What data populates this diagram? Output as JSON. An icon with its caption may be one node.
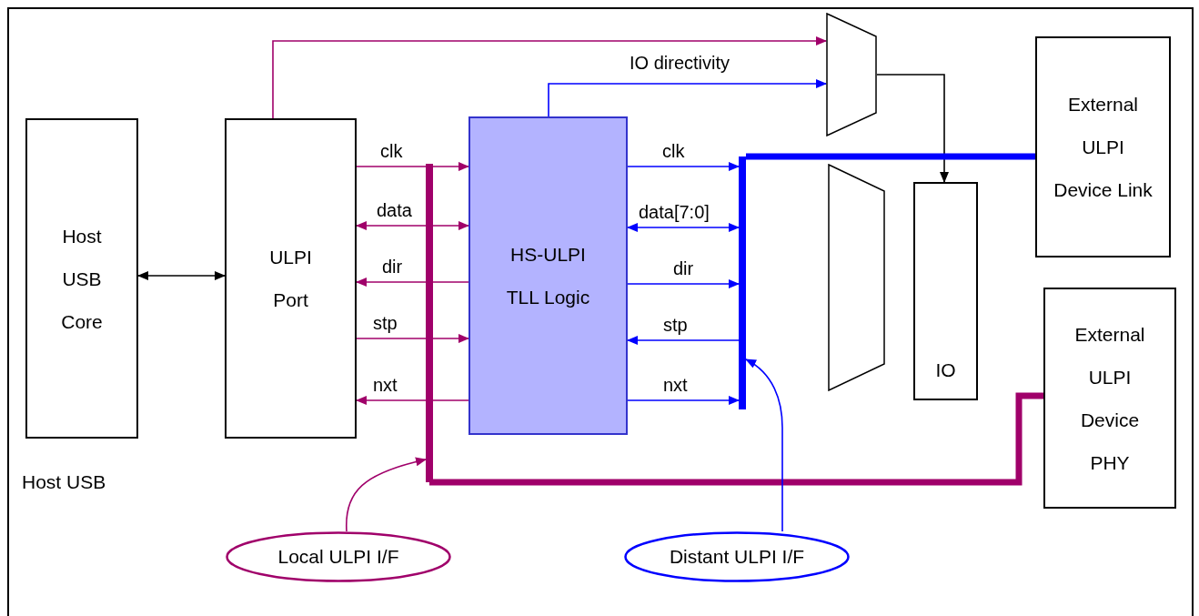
{
  "diagram": {
    "nodes": [
      {
        "text": [
          "Host USB Core"
        ]
      },
      {
        "text": [
          "ULPI Port"
        ]
      },
      {
        "text": [
          "HS-ULPI TLL Logic"
        ]
      },
      {
        "text": [],
        "shape": "trapezoid"
      },
      {
        "text": [],
        "shape": "trapezoid"
      },
      {
        "text": [
          "IO"
        ]
      },
      {
        "text": [
          "External ULPI Device Link"
        ]
      },
      {
        "text": [
          "External ULPI Device PHY"
        ]
      },
      {
        "text": [
          "Local ULPI I/F"
        ]
      },
      {
        "text": [
          "Distant ULPI I/F"
        ]
      },
      {
        "text": [],
        "shape": "bar"
      },
      {
        "text": [],
        "shape": "bar"
      }
    ],
    "edges": [
      {
        "from": 0,
        "to": 1,
        "arrow": "both",
        "color": "#000000"
      },
      {
        "from": 1,
        "to": 3,
        "arrow": "to",
        "color": "#a0006a"
      },
      {
        "from": 2,
        "to": 3,
        "arrow": "to",
        "label": "IO directivity",
        "color": "#0000ff"
      },
      {
        "from": 3,
        "to": 5,
        "arrow": "to",
        "color": "#000000"
      },
      {
        "from": 1,
        "to": 2,
        "arrow": "to",
        "label": "clk",
        "color": "#a0006a"
      },
      {
        "from": 1,
        "to": 2,
        "arrow": "both",
        "label": "data",
        "color": "#a0006a"
      },
      {
        "from": 2,
        "to": 1,
        "arrow": "to",
        "label": "dir",
        "color": "#a0006a"
      },
      {
        "from": 1,
        "to": 2,
        "arrow": "to",
        "label": "stp",
        "color": "#a0006a"
      },
      {
        "from": 2,
        "to": 1,
        "arrow": "to",
        "label": "nxt",
        "color": "#a0006a"
      },
      {
        "from": 2,
        "to": 11,
        "arrow": "to",
        "label": "clk",
        "color": "#0000ff"
      },
      {
        "from": 2,
        "to": 11,
        "arrow": "both",
        "label": "data[7:0]",
        "color": "#0000ff"
      },
      {
        "from": 2,
        "to": 11,
        "arrow": "to",
        "label": "dir",
        "color": "#0000ff"
      },
      {
        "from": 11,
        "to": 2,
        "arrow": "to",
        "label": "stp",
        "color": "#0000ff"
      },
      {
        "from": 2,
        "to": 11,
        "arrow": "to",
        "label": "nxt",
        "color": "#0000ff"
      },
      {
        "from": 10,
        "to": 7,
        "arrow": "none",
        "style": "thick",
        "color": "#a0006a"
      },
      {
        "from": 11,
        "to": 6,
        "arrow": "none",
        "style": "thick",
        "color": "#0000ff"
      },
      {
        "from": 8,
        "to": 10,
        "arrow": "to",
        "color": "#a0006a"
      },
      {
        "from": 9,
        "to": 11,
        "arrow": "to",
        "color": "#0000ff"
      }
    ],
    "labels": [
      "Host USB"
    ]
  }
}
